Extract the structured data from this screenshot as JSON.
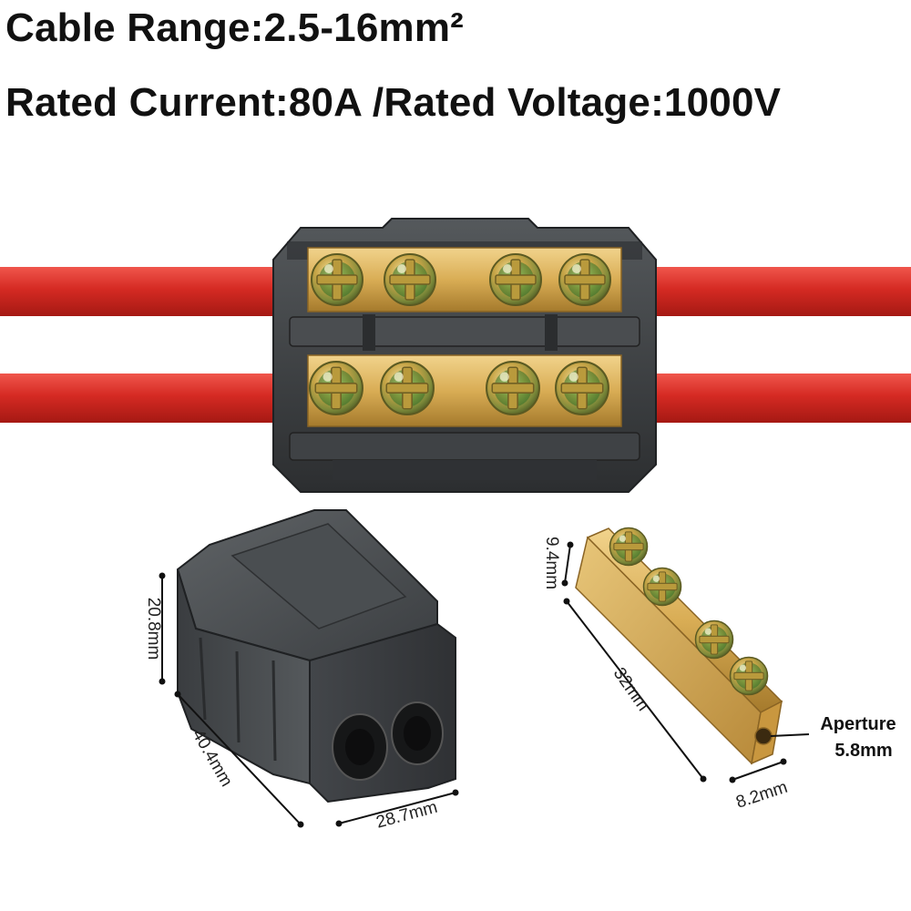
{
  "specs": {
    "cable_range": "Cable Range:2.5-16mm²",
    "rating": "Rated Current:80A /Rated Voltage:1000V"
  },
  "housing_dimensions": {
    "height": "20.8mm",
    "length": "40.4mm",
    "width": "28.7mm"
  },
  "brass_bar_dimensions": {
    "height": "9.4mm",
    "length": "32mm",
    "width": "8.2mm",
    "aperture_label": "Aperture",
    "aperture_value": "5.8mm"
  },
  "colors": {
    "cable_red": "#d52a23",
    "housing_dark": "#3c3f42",
    "brass": "#d9ad55"
  }
}
